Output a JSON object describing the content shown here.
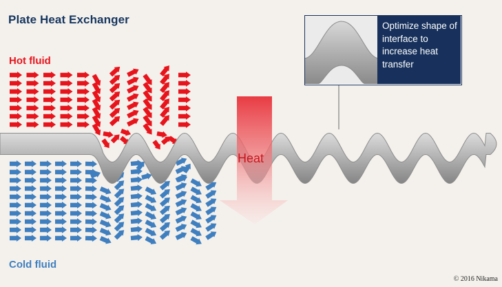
{
  "diagram": {
    "title": "Plate Heat Exchanger",
    "hot_label": "Hot fluid",
    "cold_label": "Cold fluid",
    "heat_label": "Heat",
    "callout_text": "Optimize shape of interface to increase heat transfer",
    "copyright": "© 2016 Nikama",
    "colors": {
      "hot": "#e8141c",
      "cold": "#3f7fc0",
      "navy": "#17315c",
      "plate": "#9a9a9a",
      "background": "#f4f1ec"
    }
  }
}
